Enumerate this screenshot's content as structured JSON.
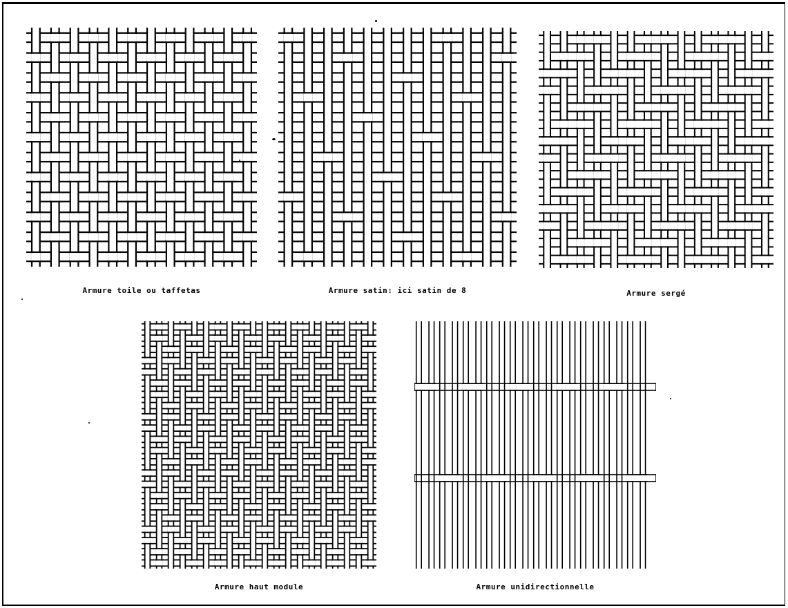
{
  "figure": {
    "panels": [
      {
        "id": "toile",
        "caption": "Armure toile ou taffetas",
        "pattern": "plain"
      },
      {
        "id": "satin",
        "caption": "Armure satin: ici satin de 8",
        "pattern": "satin8"
      },
      {
        "id": "serge",
        "caption": "Armure sergé",
        "pattern": "twill"
      },
      {
        "id": "haut-module",
        "caption": "Armure haut module",
        "pattern": "high-modulus"
      },
      {
        "id": "unidirectionnelle",
        "caption": "Armure unidirectionnelle",
        "pattern": "unidirectional"
      }
    ],
    "colors": {
      "ink": "#000000",
      "paper": "#ffffff"
    }
  }
}
